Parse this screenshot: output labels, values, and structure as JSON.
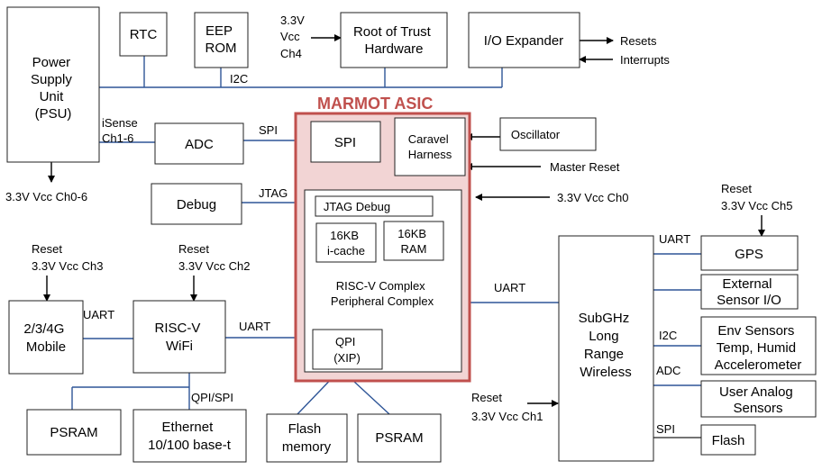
{
  "asic_title": "MARMOT ASIC",
  "blocks": {
    "psu": [
      "Power",
      "Supply",
      "Unit",
      "(PSU)"
    ],
    "rtc": "RTC",
    "eeprom": [
      "EEP",
      "ROM"
    ],
    "root_of_trust": [
      "Root of Trust",
      "Hardware"
    ],
    "io_expander": "I/O Expander",
    "adc": "ADC",
    "spi": "SPI",
    "caravel": [
      "Caravel",
      "Harness"
    ],
    "oscillator": "Oscillator",
    "debug": "Debug",
    "jtag_debug": "JTAG Debug",
    "icache": [
      "16KB",
      "i-cache"
    ],
    "ram": [
      "16KB",
      "RAM"
    ],
    "riscv_complex": [
      "RISC-V Complex",
      "Peripheral Complex"
    ],
    "qpi": [
      "QPI",
      "(XIP)"
    ],
    "mobile": [
      "2/3/4G",
      "Mobile"
    ],
    "riscv_wifi": [
      "RISC-V",
      "WiFi"
    ],
    "psram_left": "PSRAM",
    "ethernet": [
      "Ethernet",
      "10/100 base-t"
    ],
    "flash_memory": [
      "Flash",
      "memory"
    ],
    "psram_center": "PSRAM",
    "subghz": [
      "SubGHz",
      "Long",
      "Range",
      "Wireless"
    ],
    "gps": "GPS",
    "external_sensor": [
      "External",
      "Sensor I/O"
    ],
    "env_sensors": [
      "Env Sensors",
      "Temp, Humid",
      "Accelerometer"
    ],
    "user_analog": [
      "User Analog",
      "Sensors"
    ],
    "flash_right": "Flash"
  },
  "labels": {
    "vcc_ch4": [
      "3.3V",
      "Vcc",
      "Ch4"
    ],
    "resets": "Resets",
    "interrupts": "Interrupts",
    "i2c": "I2C",
    "isense": [
      "iSense",
      "Ch1-6"
    ],
    "spi_link": "SPI",
    "master_reset": "Master Reset",
    "vcc_ch0": "3.3V Vcc Ch0",
    "jtag": "JTAG",
    "psu_out": "3.3V Vcc Ch0-6",
    "reset_gps": [
      "Reset",
      "3.3V Vcc Ch5"
    ],
    "reset_ch3": [
      "Reset",
      "3.3V Vcc Ch3"
    ],
    "reset_ch2": [
      "Reset",
      "3.3V Vcc Ch2"
    ],
    "uart_mobile": "UART",
    "uart_wifi": "UART",
    "uart_subghz": "UART",
    "uart_gps": "UART",
    "i2c_env": "I2C",
    "adc_user": "ADC",
    "spi_flash": "SPI",
    "qpi_spi": "QPI/SPI",
    "reset_ch1": [
      "Reset",
      "3.3V Vcc Ch1"
    ]
  }
}
